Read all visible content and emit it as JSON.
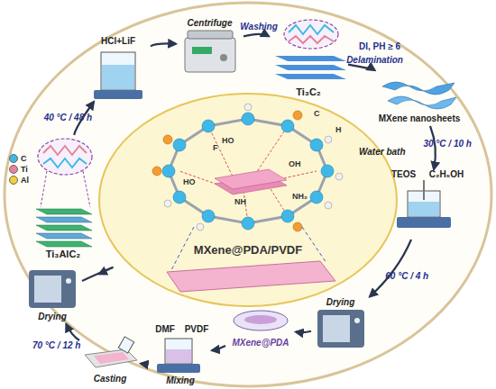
{
  "diagram": {
    "nodes": [
      {
        "text": [
          "Ti₃AlC₂"
        ]
      },
      {
        "text": [
          "HCl+LiF"
        ]
      },
      {
        "text": [
          "Centrifuge"
        ]
      },
      {
        "text": [
          "Ti₃C₂"
        ]
      },
      {
        "text": [
          "MXene nanosheets"
        ]
      },
      {
        "text": [
          "TEOS",
          "C₂H₅OH"
        ]
      },
      {
        "text": [
          "Drying"
        ]
      },
      {
        "text": [
          "MXene@PDA"
        ]
      },
      {
        "text": [
          "PVDF",
          "DMF",
          "Mixing"
        ]
      },
      {
        "text": [
          "Casting"
        ]
      },
      {
        "text": [
          "Drying"
        ]
      },
      {
        "text": [
          "MXene@PDA/PVDF"
        ]
      }
    ],
    "edges": [
      {
        "from": 0,
        "to": 1,
        "arrow": "to",
        "label": "40 °C / 48 h"
      },
      {
        "from": 1,
        "to": 2,
        "arrow": "to"
      },
      {
        "from": 2,
        "to": 3,
        "arrow": "to",
        "label": "Washing"
      },
      {
        "from": 3,
        "to": 4,
        "arrow": "to",
        "label": "Delamination"
      },
      {
        "from": 4,
        "to": 5,
        "arrow": "to",
        "label": "30 °C / 10 h"
      },
      {
        "from": 5,
        "to": 6,
        "arrow": "to",
        "label": "60 °C / 4 h"
      },
      {
        "from": 6,
        "to": 7,
        "arrow": "to"
      },
      {
        "from": 7,
        "to": 8,
        "arrow": "to"
      },
      {
        "from": 8,
        "to": 9,
        "arrow": "to"
      },
      {
        "from": 9,
        "to": 10,
        "arrow": "to",
        "label": "70 °C / 12 h"
      },
      {
        "from": 10,
        "to": 11,
        "arrow": "to"
      }
    ],
    "labels": [
      "DI, PH ≥ 6",
      "Water bath",
      "F",
      "C",
      "H",
      "HO",
      "OH",
      "NH",
      "NH₂",
      "HO"
    ],
    "legend": [
      {
        "text": "C",
        "color": "#3fb8e8"
      },
      {
        "text": "Ti",
        "color": "#e7839b"
      },
      {
        "text": "Al",
        "color": "#f2cf3a"
      }
    ]
  }
}
